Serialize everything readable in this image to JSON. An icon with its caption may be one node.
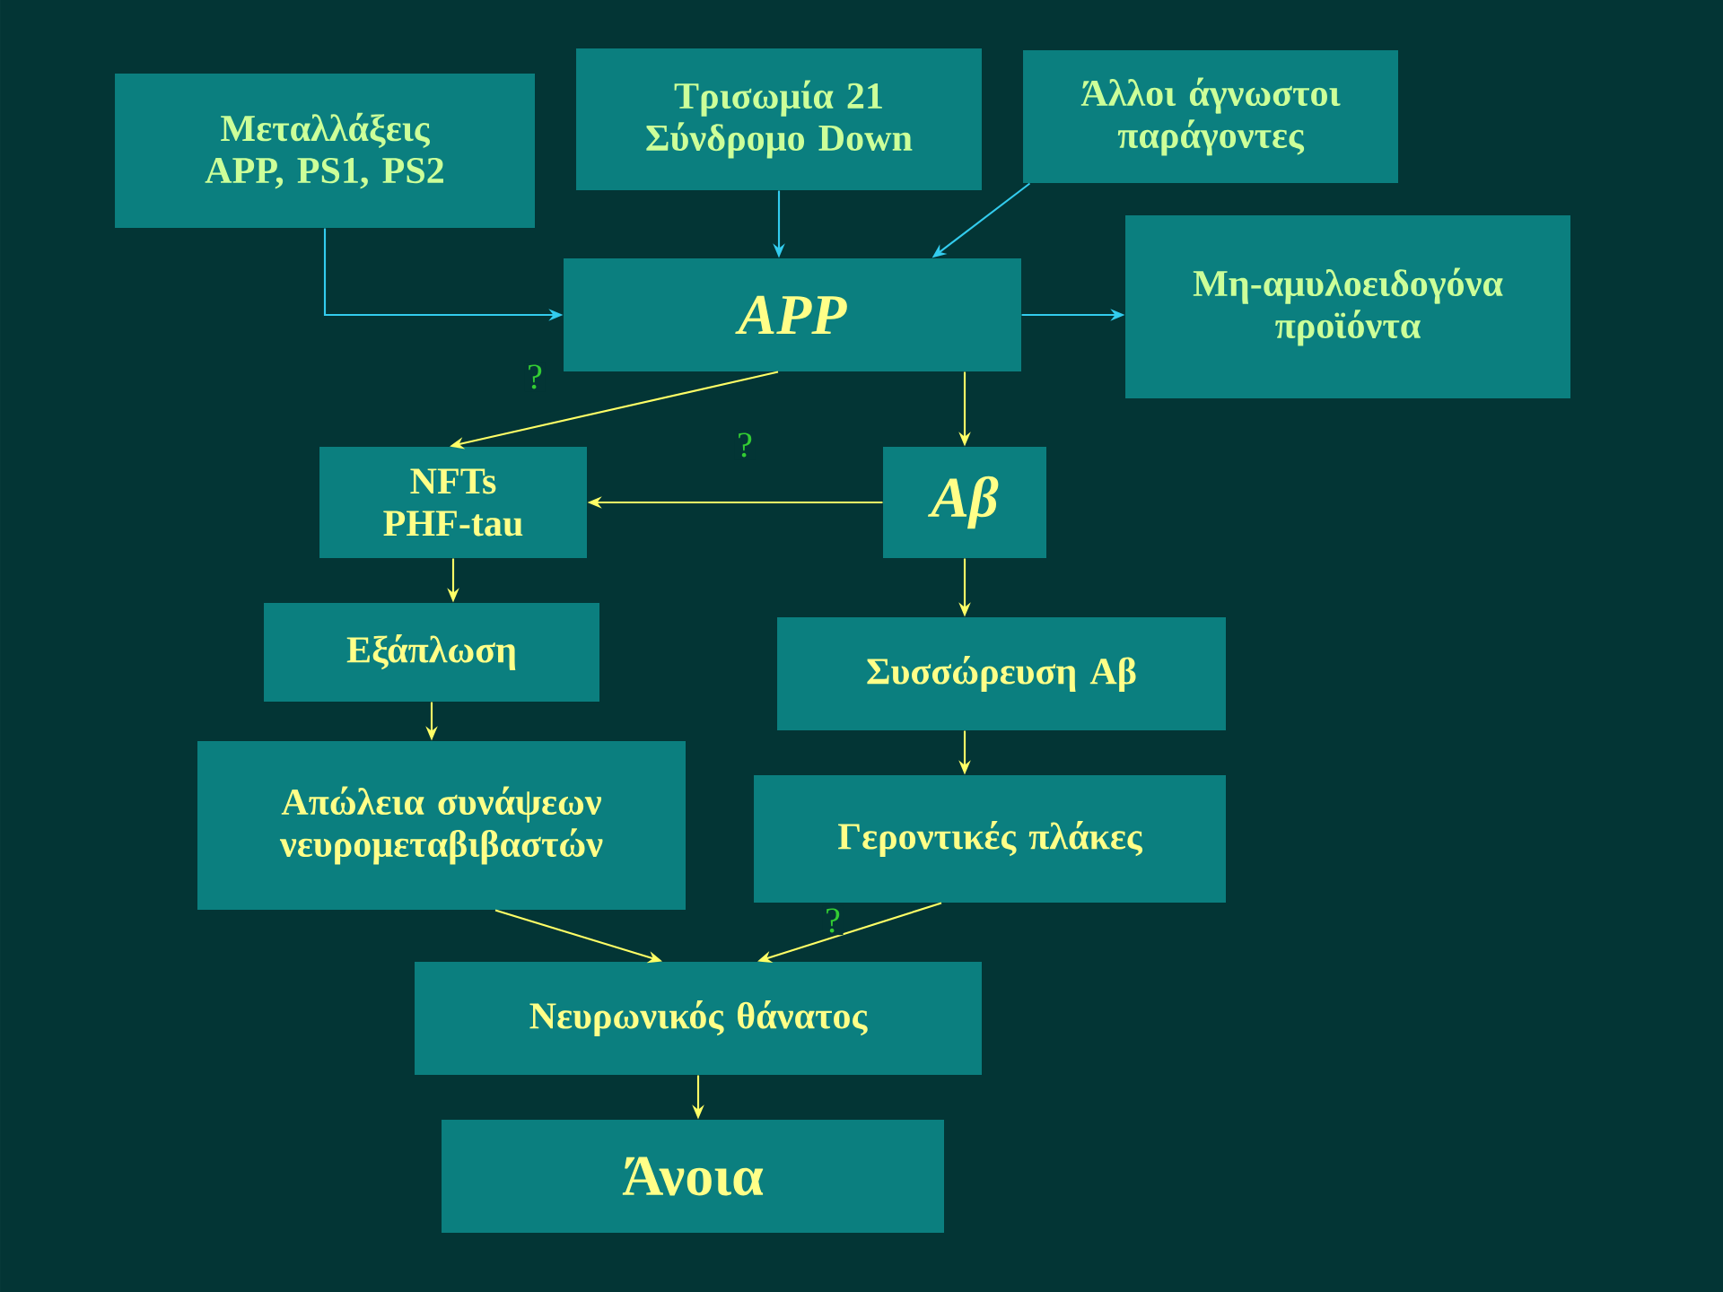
{
  "diagram": {
    "nodes": [
      {
        "text": [
          "Μεταλλάξεις APP, PS1, PS2"
        ]
      },
      {
        "text": [
          "Τρισωμία 21 Σύνδρομο Down"
        ]
      },
      {
        "text": [
          "Άλλοι άγνωστοι παράγοντες"
        ]
      },
      {
        "text": [
          "APP"
        ]
      },
      {
        "text": [
          "Μη-αμυλοειδογόνα προϊόντα"
        ]
      },
      {
        "text": [
          "NFTs PHF-tau"
        ]
      },
      {
        "text": [
          "Aβ"
        ]
      },
      {
        "text": [
          "Εξάπλωση"
        ]
      },
      {
        "text": [
          "Συσσώρευση Αβ"
        ]
      },
      {
        "text": [
          "Απώλεια συνάψεων νευρομεταβιβαστών"
        ]
      },
      {
        "text": [
          "Γεροντικές πλάκες"
        ]
      },
      {
        "text": [
          "Νευρωνικός θάνατος"
        ]
      },
      {
        "text": [
          "Άνοια"
        ]
      }
    ],
    "edges": [
      {
        "from": 0,
        "to": 3,
        "arrow": "to",
        "color": "#33ccee"
      },
      {
        "from": 1,
        "to": 3,
        "arrow": "to",
        "color": "#33ccee"
      },
      {
        "from": 2,
        "to": 3,
        "arrow": "to",
        "color": "#33ccee"
      },
      {
        "from": 3,
        "to": 4,
        "arrow": "to",
        "color": "#33ccee"
      },
      {
        "from": 3,
        "to": 5,
        "arrow": "to",
        "label": "?"
      },
      {
        "from": 3,
        "to": 6,
        "arrow": "to"
      },
      {
        "from": 6,
        "to": 5,
        "arrow": "to",
        "label": "?"
      },
      {
        "from": 5,
        "to": 7,
        "arrow": "to"
      },
      {
        "from": 7,
        "to": 9,
        "arrow": "to"
      },
      {
        "from": 6,
        "to": 8,
        "arrow": "to"
      },
      {
        "from": 8,
        "to": 10,
        "arrow": "to"
      },
      {
        "from": 9,
        "to": 11,
        "arrow": "to"
      },
      {
        "from": 10,
        "to": 11,
        "arrow": "to",
        "label": "?"
      },
      {
        "from": 11,
        "to": 12,
        "arrow": "to"
      }
    ]
  }
}
